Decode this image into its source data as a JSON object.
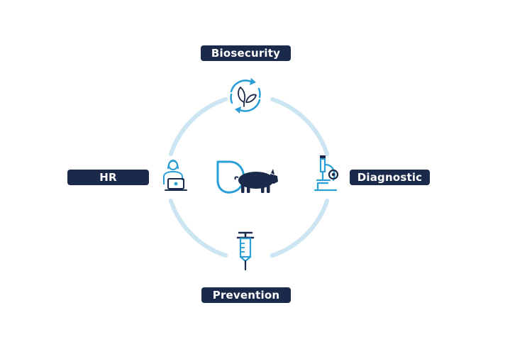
{
  "diagram": {
    "labels": {
      "top": "Biosecurity",
      "left": "HR",
      "right": "Diagnostic",
      "bottom": "Prevention"
    },
    "icons": {
      "center": "pig-with-drop-icon",
      "top": "recycle-leaves-icon",
      "left": "person-laptop-icon",
      "right": "microscope-icon",
      "bottom": "syringe-icon"
    },
    "colors": {
      "pill_background": "#1b2a4a",
      "pill_text": "#ffffff",
      "ring": "#cbe5f3",
      "icon_accent": "#2a9fd6",
      "icon_dark": "#1b2a4a"
    }
  }
}
